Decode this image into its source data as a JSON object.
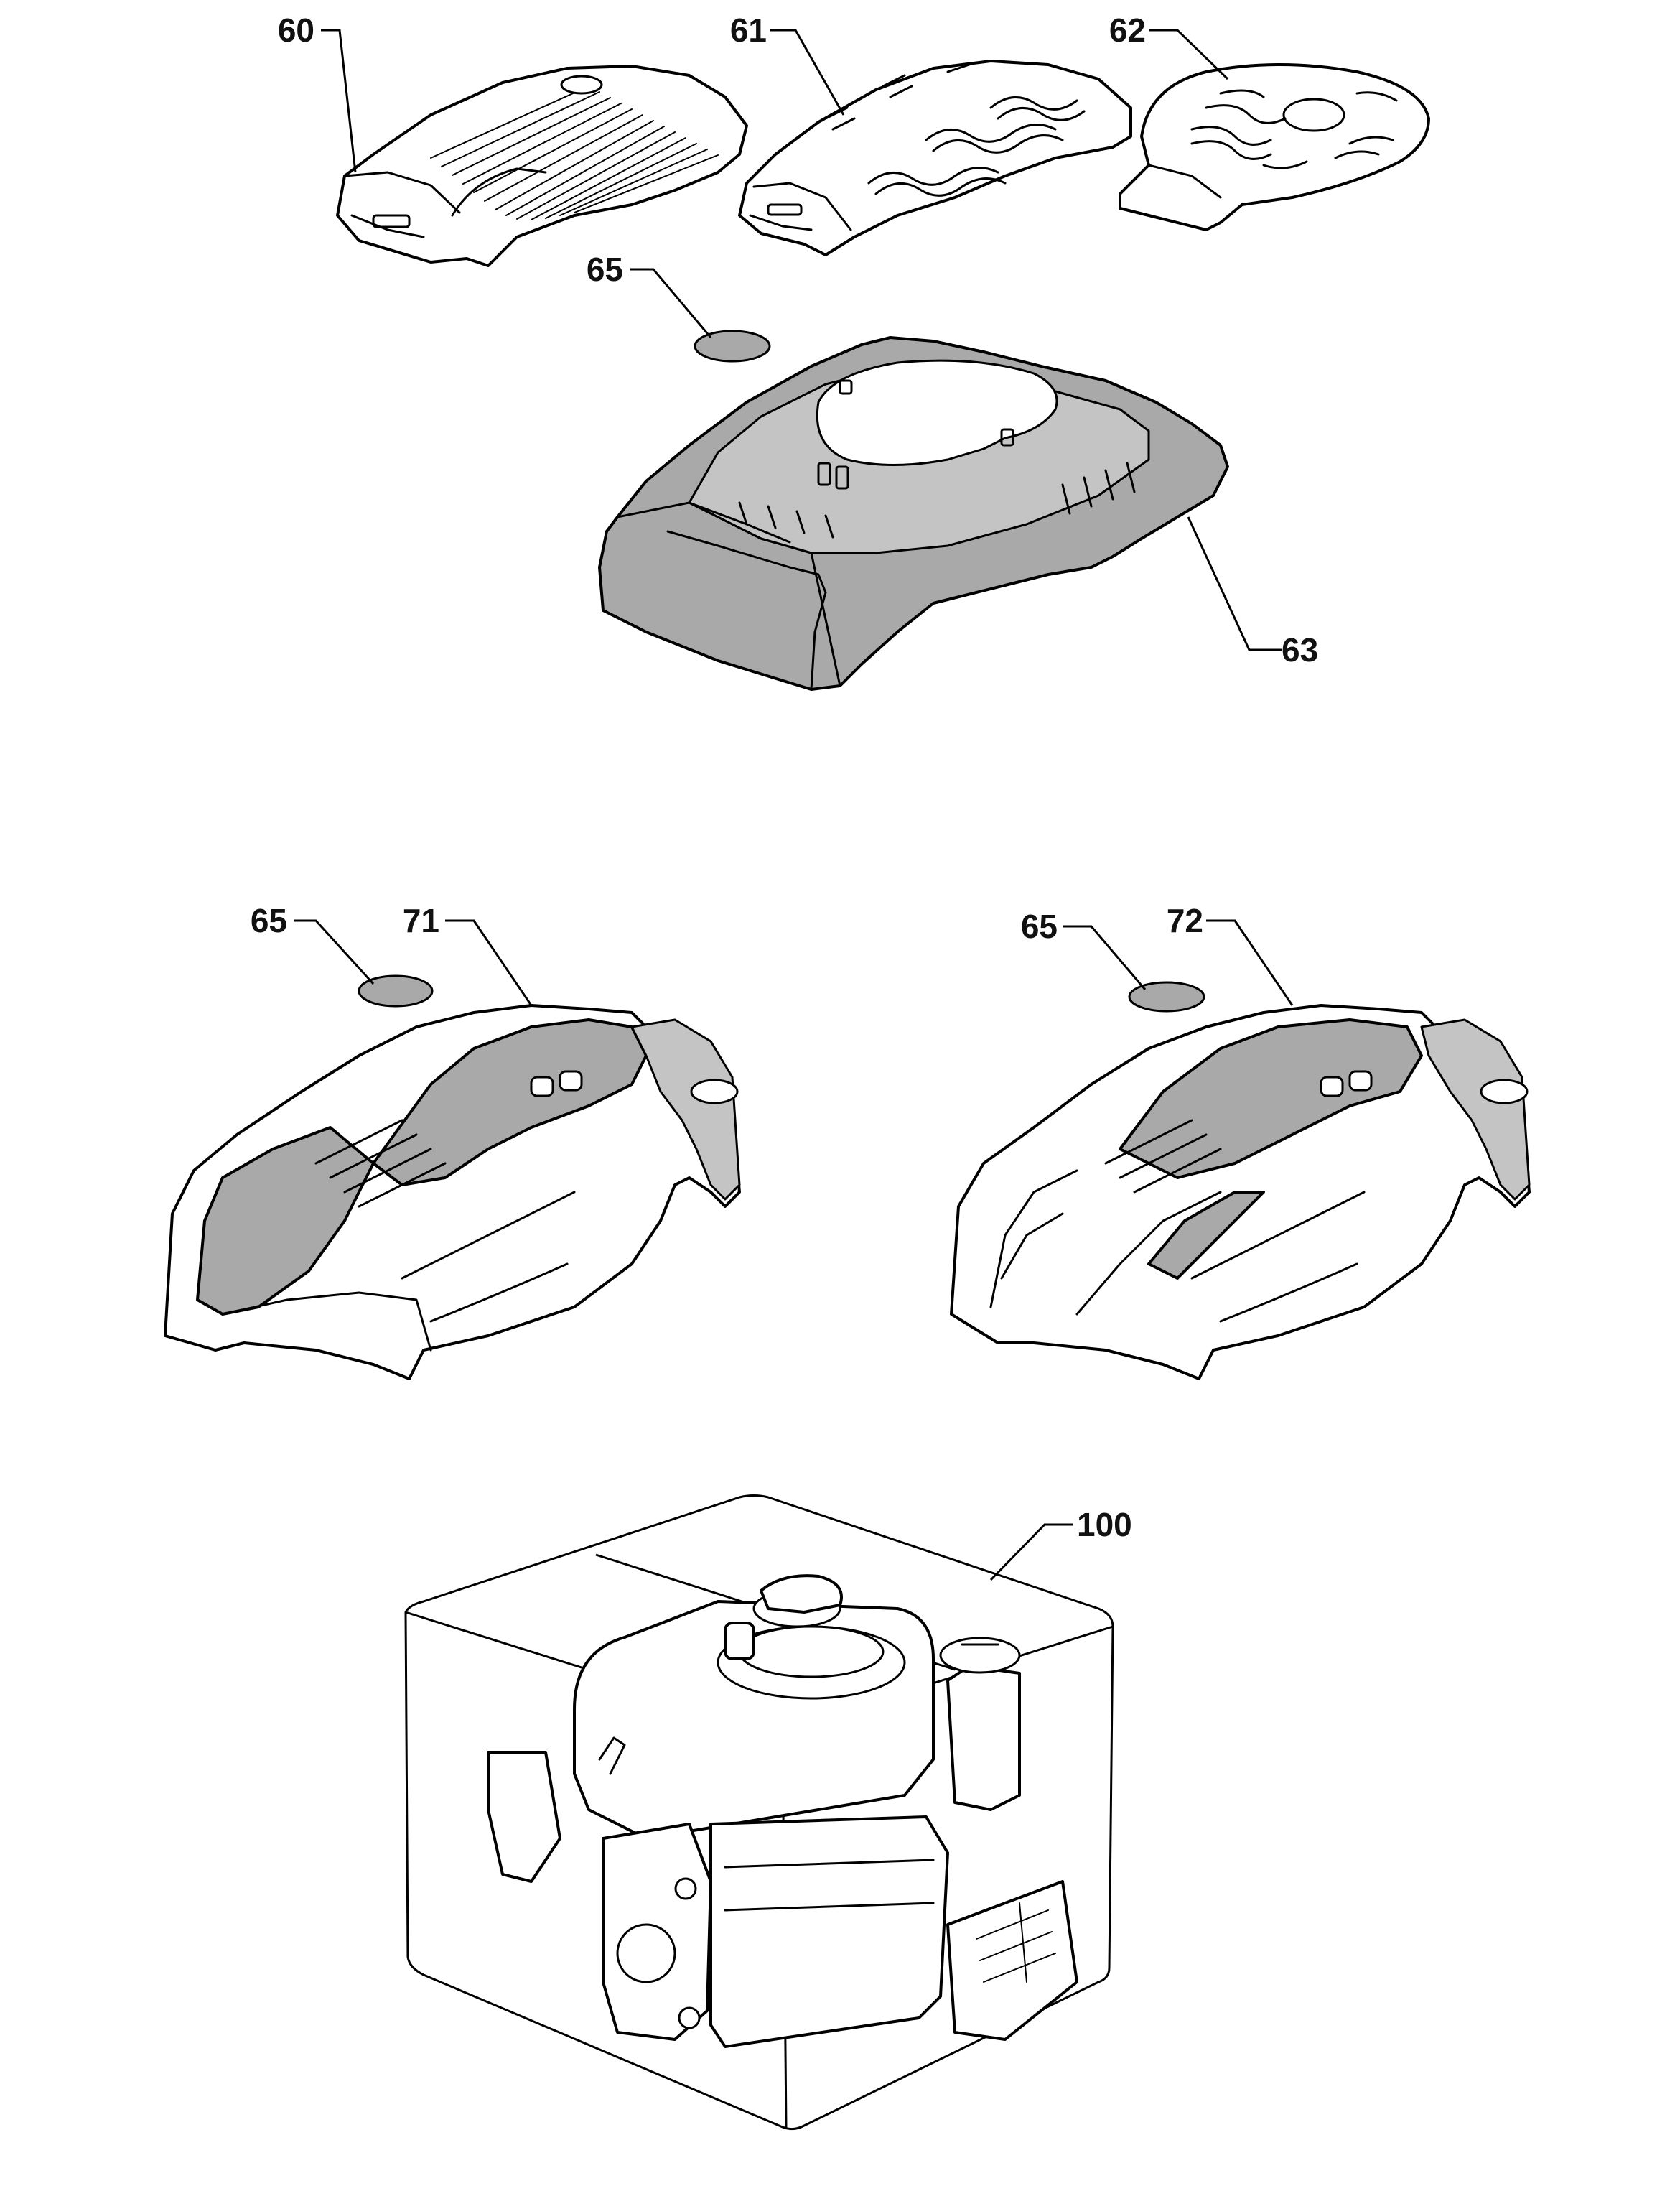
{
  "diagram": {
    "type": "exploded-parts-view",
    "callouts": [
      {
        "id": "c60",
        "label": "60"
      },
      {
        "id": "c61",
        "label": "61"
      },
      {
        "id": "c62",
        "label": "62"
      },
      {
        "id": "c65a",
        "label": "65"
      },
      {
        "id": "c63",
        "label": "63"
      },
      {
        "id": "c65b",
        "label": "65"
      },
      {
        "id": "c71",
        "label": "71"
      },
      {
        "id": "c65c",
        "label": "65"
      },
      {
        "id": "c72",
        "label": "72"
      },
      {
        "id": "c100",
        "label": "100"
      }
    ],
    "colors": {
      "line": "#000000",
      "fill_grey": "#a9a9a9",
      "fill_white": "#ffffff"
    }
  }
}
